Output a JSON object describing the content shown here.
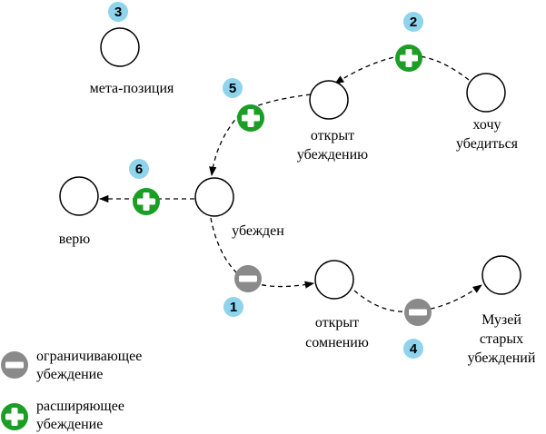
{
  "states": {
    "meta": "мета-позиция",
    "want_line1": "хочу",
    "want_line2": "убедиться",
    "open_belief_line1": "открыт",
    "open_belief_line2": "убеждению",
    "convinced": "убежден",
    "believe": "верю",
    "open_doubt_line1": "открыт",
    "open_doubt_line2": "сомнению",
    "museum_line1": "Музей",
    "museum_line2": "старых",
    "museum_line3": "убеждений"
  },
  "steps": {
    "s1": "1",
    "s2": "2",
    "s3": "3",
    "s4": "4",
    "s5": "5",
    "s6": "6"
  },
  "legend": {
    "limiting_line1": "ограничивающее",
    "limiting_line2": "убеждение",
    "expanding_line1": "расширяющее",
    "expanding_line2": "убеждение"
  },
  "colors": {
    "badge": "#8fd3ec",
    "limiting": "#8a8a8a",
    "expanding": "#1c9e26"
  },
  "icons": {
    "limiting": "minus-circle-icon",
    "expanding": "plus-circle-icon"
  }
}
